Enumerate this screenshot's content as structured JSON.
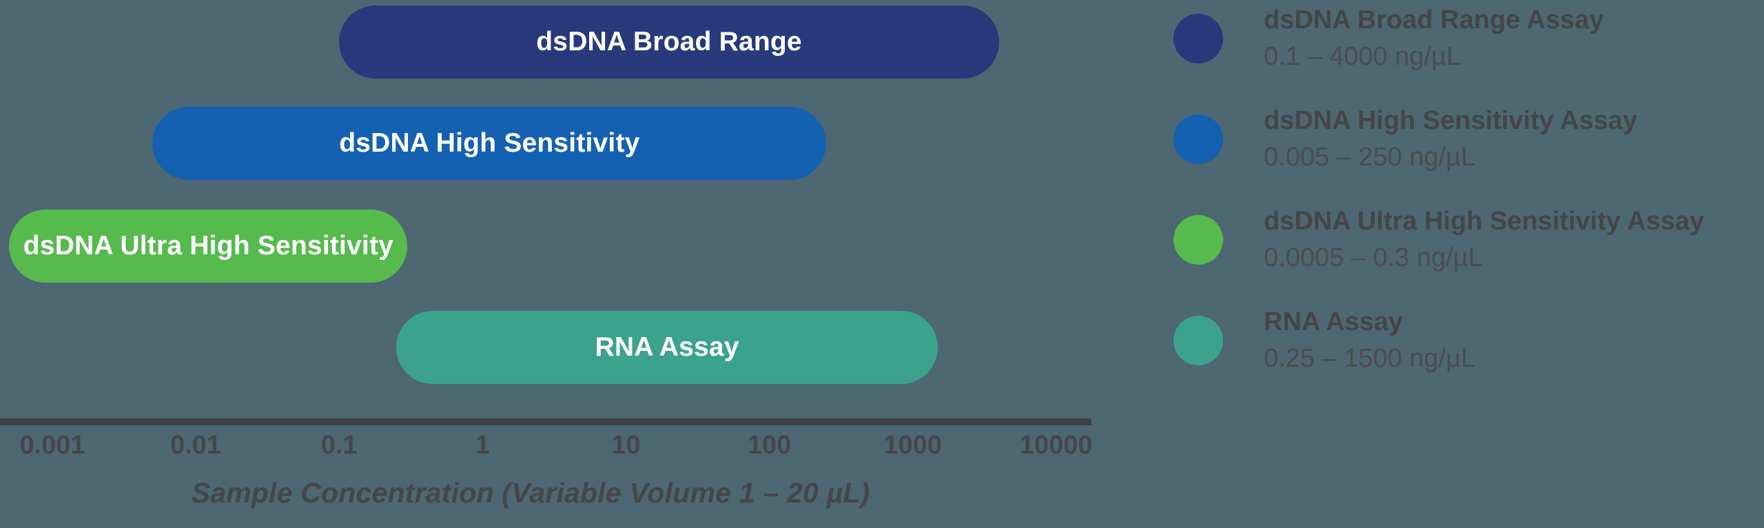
{
  "background_color": "#4d6872",
  "chart_data": {
    "type": "bar",
    "subtype": "horizontal-log-range-capsules",
    "title": "",
    "xlabel": "Sample Concentration (Variable Volume 1 – 20 µL)",
    "ylabel": "",
    "x_scale": "log10",
    "xlim": [
      0.001,
      10000
    ],
    "x_ticks": [
      0.001,
      0.01,
      0.1,
      1,
      10,
      100,
      1000,
      10000
    ],
    "x_tick_labels": [
      "0.001",
      "0.01",
      "0.1",
      "1",
      "10",
      "100",
      "1000",
      "10000"
    ],
    "grid": false,
    "legend_position": "right",
    "axis_line_color": "#3f4347",
    "axis_text_color": "#45474a",
    "series": [
      {
        "name": "dsDNA Broad Range",
        "range": [
          0.1,
          4000
        ],
        "color": "#283a7b"
      },
      {
        "name": "dsDNA High Sensitivity",
        "range": [
          0.005,
          250
        ],
        "color": "#1561b1"
      },
      {
        "name": "dsDNA Ultra High Sensitivity",
        "range": [
          0.0005,
          0.3
        ],
        "color": "#56ba4d"
      },
      {
        "name": "RNA Assay",
        "range": [
          0.25,
          1500
        ],
        "color": "#3ba28e"
      }
    ]
  },
  "axis": {
    "title": "Sample Concentration (Variable Volume 1 – 20 µL)",
    "tick_labels": [
      "0.001",
      "0.01",
      "0.1",
      "1",
      "10",
      "100",
      "1000",
      "10000"
    ]
  },
  "legend": {
    "items": [
      {
        "title": "dsDNA Broad Range Assay",
        "range": "0.1 – 4000 ng/µL",
        "color": "#283a7b"
      },
      {
        "title": "dsDNA High Sensitivity Assay",
        "range": "0.005 – 250 ng/µL",
        "color": "#1561b1"
      },
      {
        "title": "dsDNA Ultra High Sensitivity Assay",
        "range": "0.0005 – 0.3 ng/µL",
        "color": "#56ba4d"
      },
      {
        "title": "RNA Assay",
        "range": "0.25 – 1500 ng/µL",
        "color": "#3ba28e"
      }
    ]
  }
}
